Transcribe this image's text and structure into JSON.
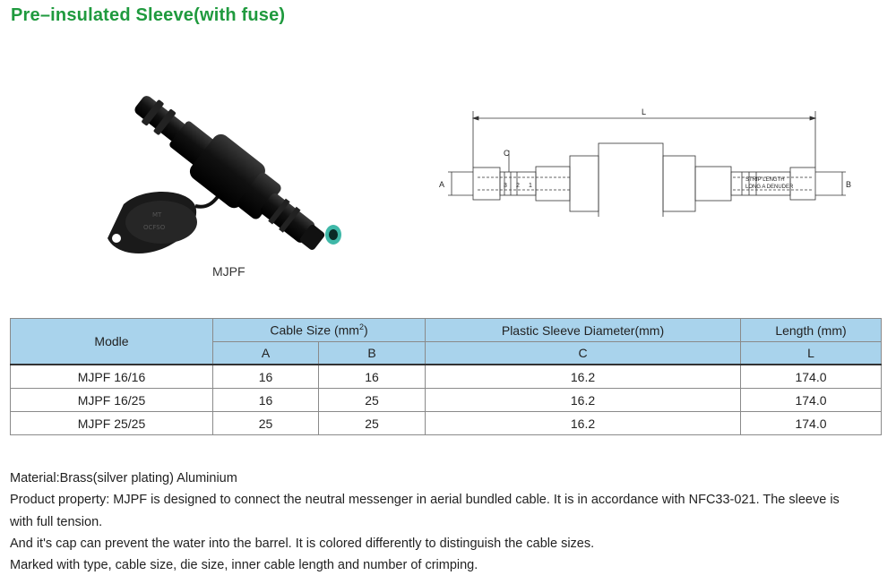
{
  "title": "Pre–insulated Sleeve(with fuse)",
  "product": {
    "caption": "MJPF",
    "cap_text_1": "MT",
    "cap_text_2": "OCFSO"
  },
  "drawing": {
    "label_L": "L",
    "label_C": "C",
    "label_A": "A",
    "label_B": "B",
    "marks": [
      "3",
      "2",
      "1"
    ],
    "strip_line_1": "STRIP LENGTH",
    "strip_line_2": "LONG A DENUDER"
  },
  "table": {
    "header": {
      "model": "Modle",
      "cable_size": "Cable Size (mm",
      "cable_size_sup": "2",
      "cable_size_end": ")",
      "plastic": "Plastic Sleeve Diameter(mm)",
      "length": "Length (mm)",
      "a": "A",
      "b": "B",
      "c": "C",
      "l": "L"
    },
    "rows": [
      {
        "model": "MJPF 16/16",
        "a": "16",
        "b": "16",
        "c": "16.2",
        "l": "174.0"
      },
      {
        "model": "MJPF 16/25",
        "a": "16",
        "b": "25",
        "c": "16.2",
        "l": "174.0"
      },
      {
        "model": "MJPF 25/25",
        "a": "25",
        "b": "25",
        "c": "16.2",
        "l": "174.0"
      }
    ]
  },
  "description": [
    "Material:Brass(silver plating) Aluminium",
    "Product property: MJPF is designed to connect the neutral messenger in aerial bundled cable. It is in accordance with NFC33-021. The sleeve is",
    "with full tension.",
    "And it's cap can prevent the water into the barrel. It is colored differently to distinguish the cable sizes.",
    "Marked with type, cable size, die size, inner cable length and number of crimping."
  ],
  "colors": {
    "title": "#1f9a3e",
    "header_bg": "#a9d3ec",
    "accent_teal": "#3fb8a8"
  }
}
